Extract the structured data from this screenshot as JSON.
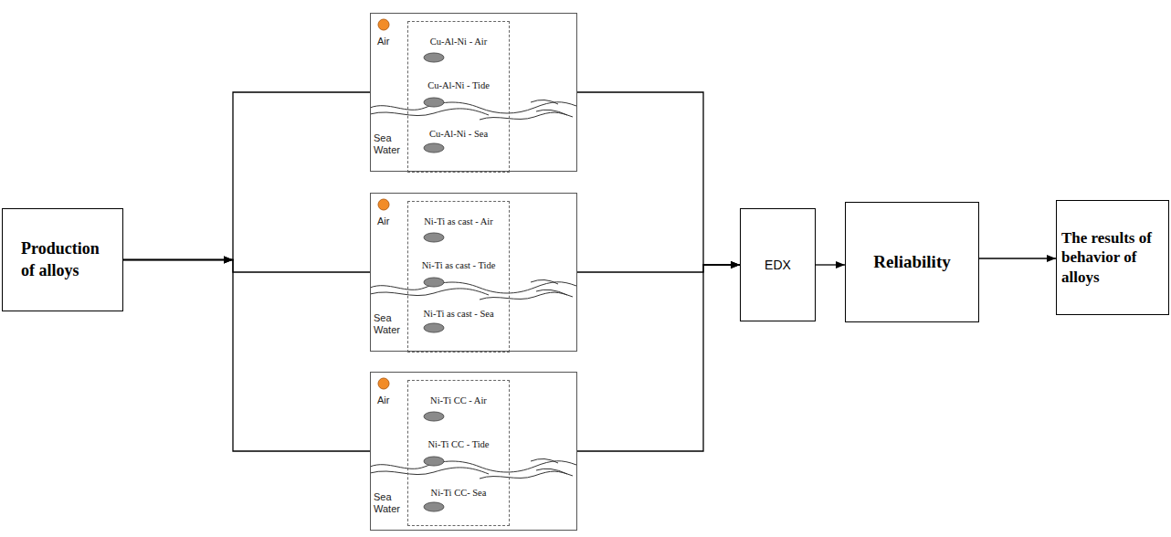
{
  "diagram": {
    "nodes": [
      {
        "text": [
          "Production of alloys"
        ]
      },
      {
        "text": [
          "Air",
          "Sea Water"
        ]
      },
      {
        "text": [
          "Cu-Al-Ni - Air",
          "Cu-Al-Ni - Tide",
          "Cu-Al-Ni - Sea"
        ],
        "in": 1
      },
      {
        "text": [
          "Air",
          "Sea Water"
        ]
      },
      {
        "text": [
          "Ni-Ti as cast - Air",
          "Ni-Ti as cast - Tide",
          "Ni-Ti as cast - Sea"
        ],
        "in": 3
      },
      {
        "text": [
          "Air",
          "Sea Water"
        ]
      },
      {
        "text": [
          "Ni-Ti CC - Air",
          "Ni-Ti CC - Tide",
          "Ni-Ti CC- Sea"
        ],
        "in": 5
      },
      {
        "text": [
          "EDX"
        ]
      },
      {
        "text": [
          "Reliability"
        ]
      },
      {
        "text": [
          "The results of behavior of alloys"
        ]
      }
    ],
    "edges": [
      {
        "from": 0,
        "to": 1,
        "arrow": "to"
      },
      {
        "from": 0,
        "to": 3,
        "arrow": "to"
      },
      {
        "from": 0,
        "to": 5,
        "arrow": "to"
      },
      {
        "from": 1,
        "to": 7,
        "arrow": "to"
      },
      {
        "from": 3,
        "to": 7,
        "arrow": "to"
      },
      {
        "from": 5,
        "to": 7,
        "arrow": "to"
      },
      {
        "from": 7,
        "to": 8,
        "arrow": "to"
      },
      {
        "from": 8,
        "to": 9,
        "arrow": "to"
      }
    ]
  }
}
